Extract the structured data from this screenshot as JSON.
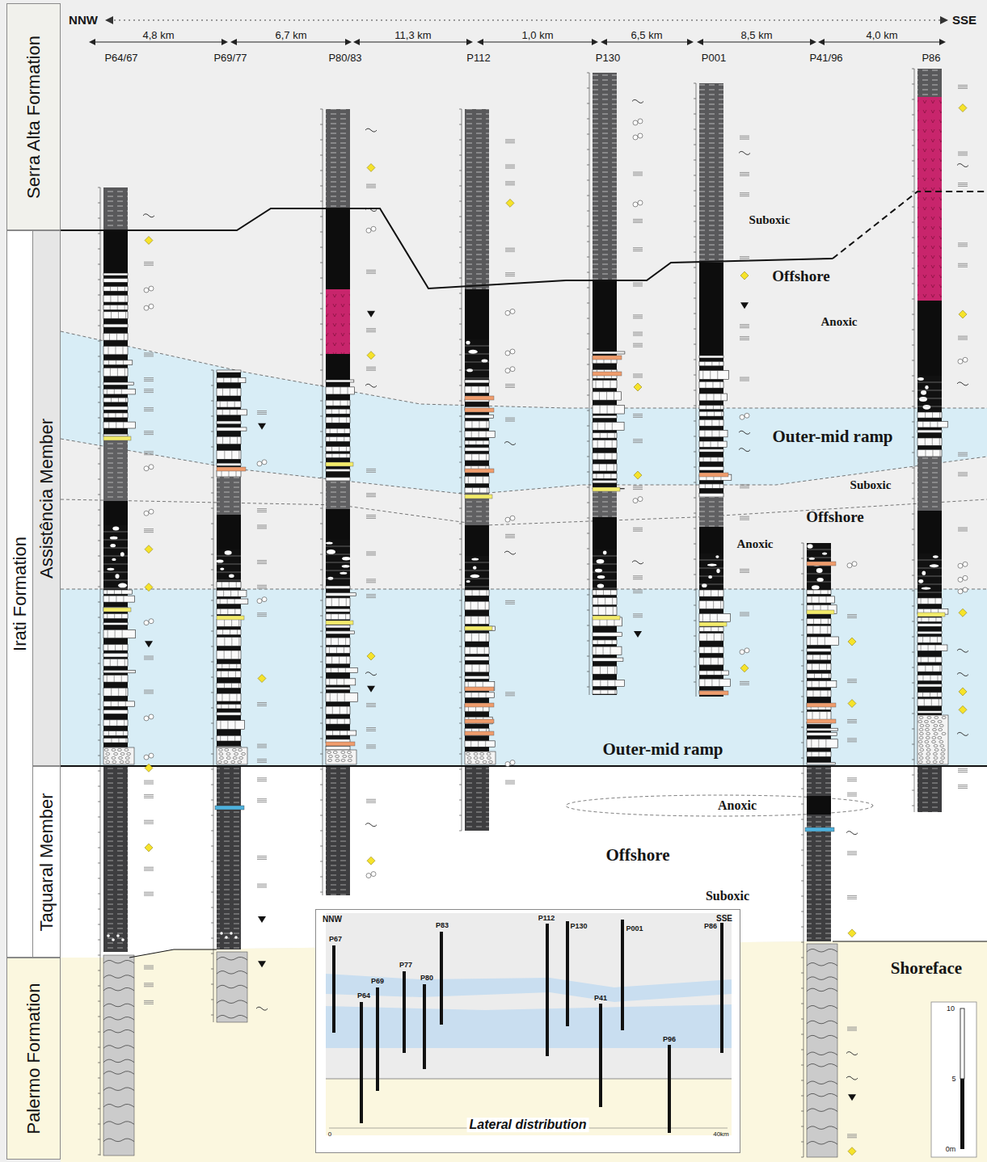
{
  "diagram": {
    "nodes": [
      {
        "text": [
          "Serra Alta Formation"
        ]
      },
      {
        "text": [
          "Irati Formation"
        ]
      },
      {
        "text": [
          "Assistência Member"
        ],
        "in": 1
      },
      {
        "text": [
          "Taquaral Member"
        ],
        "in": 1
      },
      {
        "text": [
          "Palermo Formation"
        ]
      },
      {
        "text": [
          "Lateral distribution"
        ]
      }
    ],
    "labels": [
      "NNW",
      "SSE",
      "4,8 km",
      "6,7 km",
      "11,3 km",
      "1,0 km",
      "6,5 km",
      "8,5 km",
      "4,0 km",
      "P64/67",
      "P69/77",
      "P80/83",
      "P112",
      "P130",
      "P001",
      "P41/96",
      "P86",
      "Suboxic",
      "Offshore",
      "Anoxic",
      "Outer-mid ramp",
      "Suboxic",
      "Offshore",
      "Anoxic",
      "Outer-mid ramp",
      "Anoxic",
      "Offshore",
      "Suboxic",
      "Shoreface",
      "NNW",
      "SSE",
      "P67",
      "P69",
      "P77",
      "P80",
      "P83",
      "P64",
      "P112",
      "P130",
      "P001",
      "P86",
      "P41",
      "P96",
      "0",
      "40km",
      "10",
      "5",
      "0m"
    ]
  }
}
